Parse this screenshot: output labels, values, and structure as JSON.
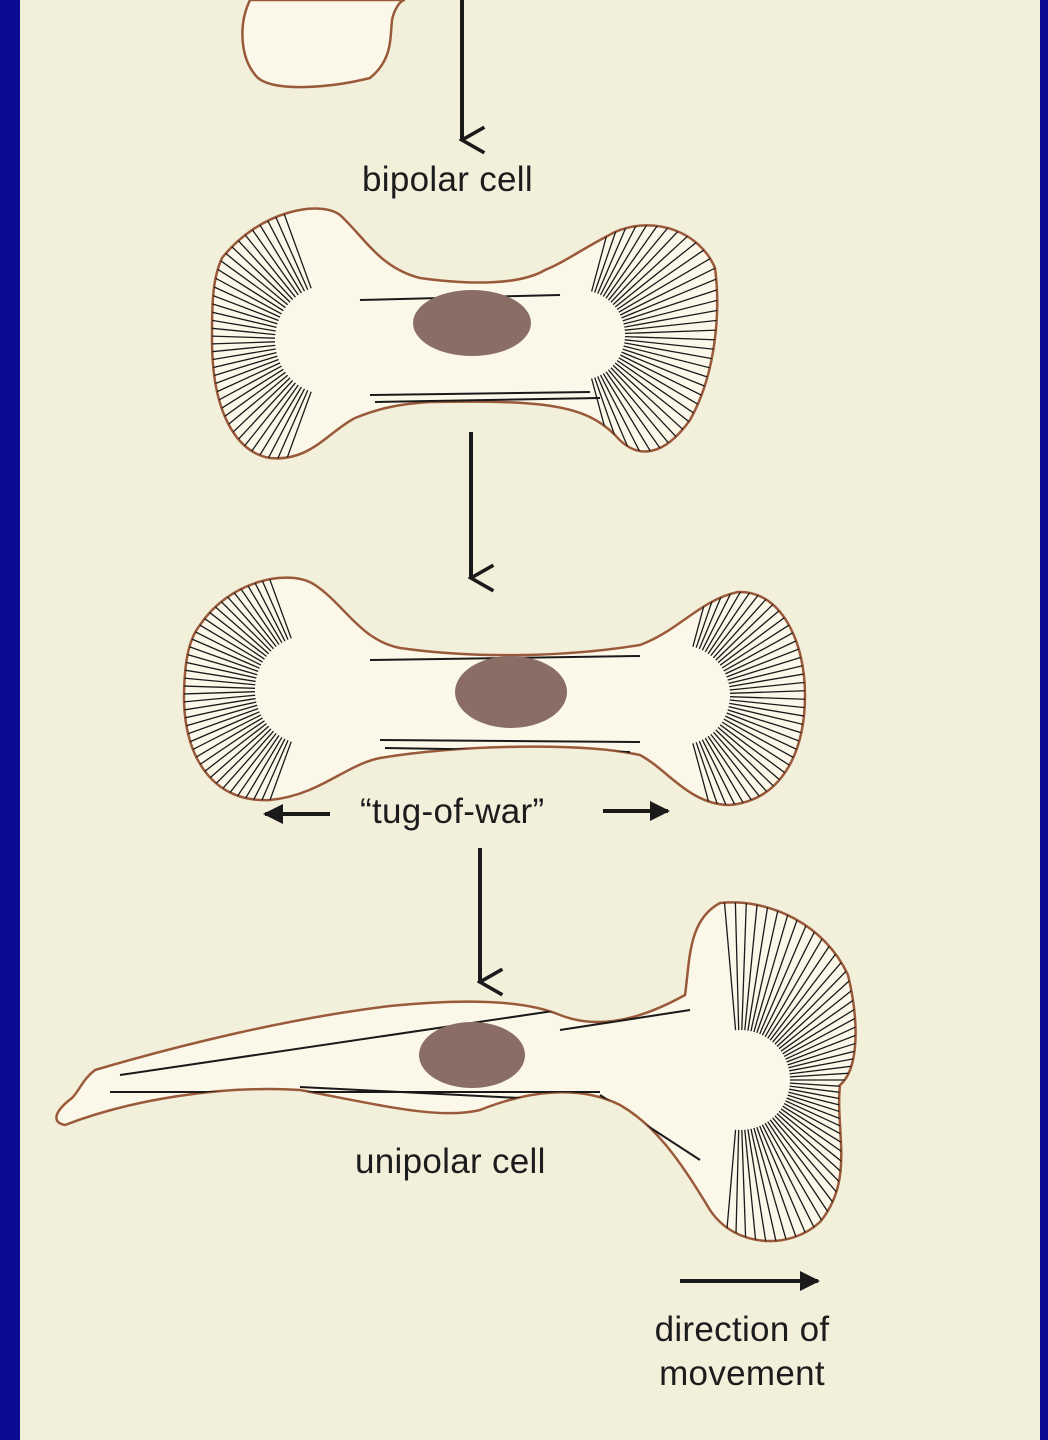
{
  "labels": {
    "bipolar": "bipolar cell",
    "tug": "“tug-of-war”",
    "unipolar": "unipolar cell",
    "direction_line1": "direction of",
    "direction_line2": "movement"
  },
  "colors": {
    "slide_background": "#0a0a8a",
    "paper": "#f2efdb",
    "cell_outline": "#9a5a3a",
    "cell_fill": "#fbf8ea",
    "nucleus": "#8a6d65",
    "filaments": "#1a1a1a"
  }
}
